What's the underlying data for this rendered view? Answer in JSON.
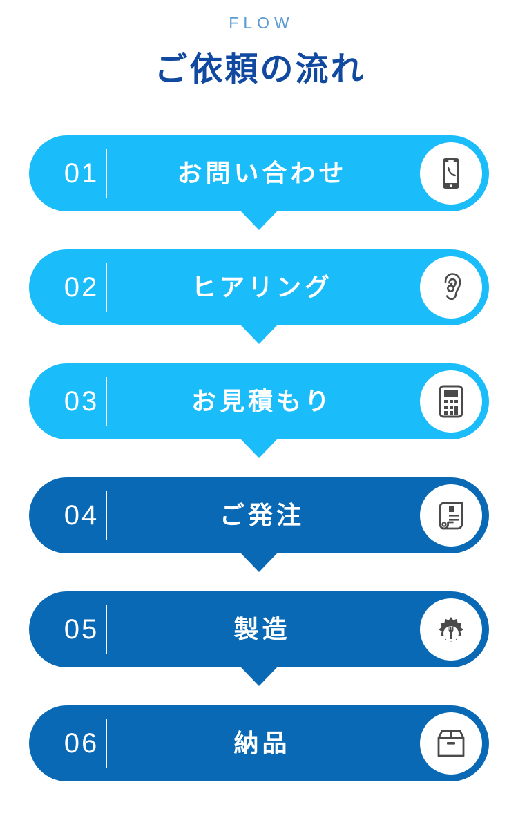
{
  "header": {
    "eyebrow": "FLOW",
    "title": "ご依頼の流れ"
  },
  "colors": {
    "light_blue": "#1bbcfa",
    "dark_blue": "#0a69b5",
    "eyebrow_blue": "#5b9bd5",
    "title_blue": "#10499f",
    "icon_gray": "#4a4a4a",
    "background": "#ffffff"
  },
  "flow": {
    "steps": [
      {
        "number": "01",
        "label": "お問い合わせ",
        "icon": "smartphone-icon",
        "tone": "light",
        "has_arrow": true
      },
      {
        "number": "02",
        "label": "ヒアリング",
        "icon": "ear-icon",
        "tone": "light",
        "has_arrow": true
      },
      {
        "number": "03",
        "label": "お見積もり",
        "icon": "calculator-icon",
        "tone": "light",
        "has_arrow": true
      },
      {
        "number": "04",
        "label": "ご発注",
        "icon": "scroll-document-icon",
        "tone": "dark",
        "has_arrow": true
      },
      {
        "number": "05",
        "label": "製造",
        "icon": "gear-wrench-icon",
        "tone": "dark",
        "has_arrow": true
      },
      {
        "number": "06",
        "label": "納品",
        "icon": "package-box-icon",
        "tone": "dark",
        "has_arrow": false
      }
    ]
  }
}
